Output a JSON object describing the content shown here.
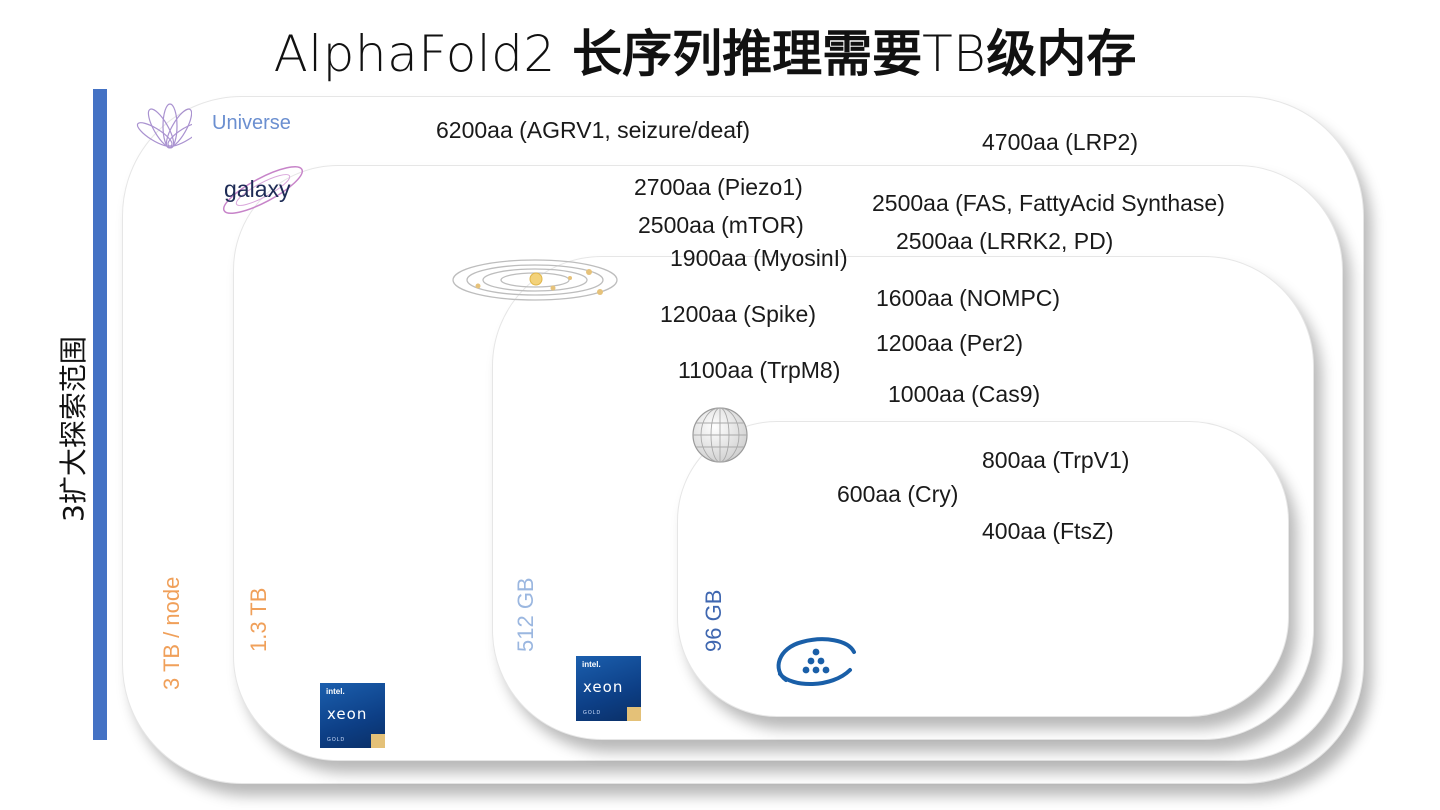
{
  "title": {
    "latin": "AlphaFold2 ",
    "cjk": "长序列推理需要",
    "latin2": "TB",
    "cjk2": "级内存"
  },
  "side_label": "3扩大探索范围",
  "memory_tiers": [
    {
      "label": "3 TB / node",
      "color": "#f0a05a"
    },
    {
      "label": "1.3 TB",
      "color": "#f0a05a"
    },
    {
      "label": "512 GB",
      "color": "#9bb7e0"
    },
    {
      "label": "96 GB",
      "color": "#3f67b0"
    }
  ],
  "scales": {
    "universe": "Universe",
    "galaxy": "galaxy"
  },
  "proteins": [
    "6200aa (AGRV1, seizure/deaf)",
    "4700aa (LRP2)",
    "2700aa (Piezo1)",
    "2500aa (FAS, FattyAcid Synthase)",
    "2500aa (mTOR)",
    "2500aa (LRRK2, PD)",
    "1900aa (MyosinI)",
    "1600aa (NOMPC)",
    "1200aa (Spike)",
    "1200aa (Per2)",
    "1100aa (TrpM8)",
    "1000aa (Cas9)",
    "800aa (TrpV1)",
    "600aa (Cry)",
    "400aa (FtsZ)"
  ],
  "chips": [
    {
      "brand": "intel.",
      "name": "xeon",
      "tier": "GOLD"
    },
    {
      "brand": "intel.",
      "name": "xeon",
      "tier": "GOLD"
    }
  ],
  "colors": {
    "accent_bar": "#4472c4",
    "universe_text": "#6b8fd0",
    "galaxy_text": "#1d2b55",
    "chip_blue": "#0d3f86",
    "logo_blue": "#1a5fa8"
  }
}
